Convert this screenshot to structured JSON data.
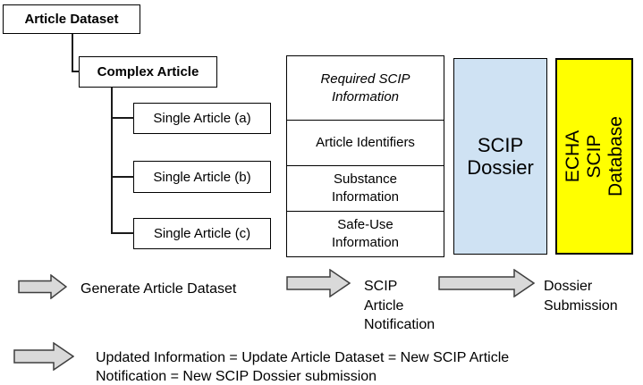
{
  "tree": {
    "root": "Article Dataset",
    "child": "Complex Article",
    "leaves": [
      "Single Article (a)",
      "Single Article (b)",
      "Single Article (c)"
    ]
  },
  "info_table": {
    "header": "Required SCIP\nInformation",
    "rows": [
      "Article Identifiers",
      "Substance\nInformation",
      "Safe-Use\nInformation"
    ]
  },
  "dossier": {
    "label": "SCIP\nDossier"
  },
  "database": {
    "label": "ECHA SCIP\nDatabase"
  },
  "flow": {
    "step1_label": "Generate Article Dataset",
    "step2_label": "SCIP\nArticle\nNotification",
    "step3_label": "Dossier\nSubmission",
    "update_note": "Updated Information = Update Article Dataset = New SCIP Article\nNotification = New SCIP Dossier submission"
  },
  "icons": {
    "arrow": "right-block-arrow-icon"
  },
  "colors": {
    "dossier_fill": "#cfe2f3",
    "database_fill": "#ffff00",
    "arrow_fill": "#d9d9d9",
    "arrow_stroke": "#3f3f3f",
    "border": "#000000"
  }
}
